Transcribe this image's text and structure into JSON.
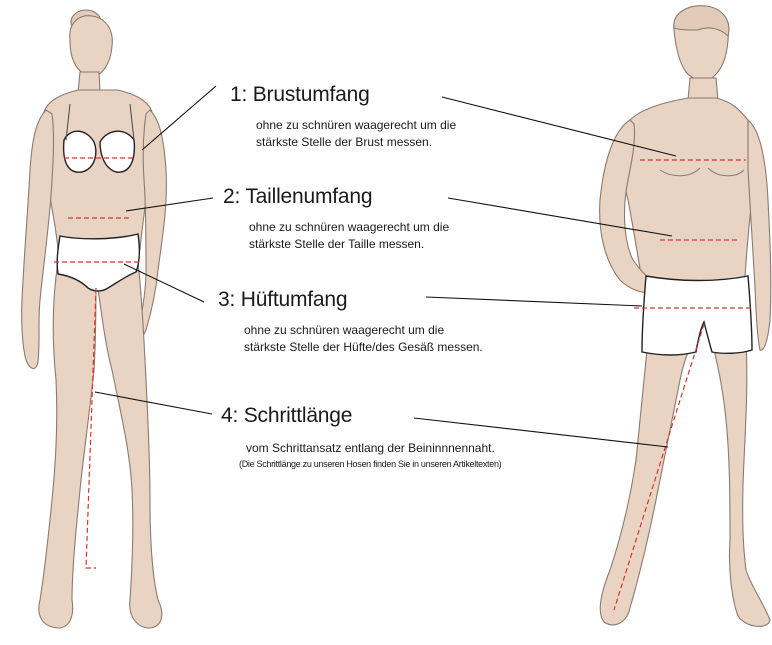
{
  "measurements": [
    {
      "title": "1: Brustumfang",
      "description": [
        "ohne zu schnüren waagerecht um die",
        "stärkste Stelle der Brust messen."
      ]
    },
    {
      "title": "2: Taillenumfang",
      "description": [
        "ohne zu schnüren waagerecht um die",
        "stärkste Stelle der Taille messen."
      ]
    },
    {
      "title": "3: Hüftumfang",
      "description": [
        "ohne zu schnüren waagerecht um die",
        "stärkste Stelle der Hüfte/des Gesäß messen."
      ]
    },
    {
      "title": "4: Schrittlänge",
      "description": [
        "vom Schrittansatz entlang der Beininnnennaht."
      ],
      "note": "(Die Schrittlänge zu unseren Hosen finden Sie in unseren Artikeltexten)"
    }
  ],
  "colors": {
    "skin": "#e9d4c4",
    "outline": "#8a7a70",
    "measure_line": "#d9342b",
    "leader_line": "#111111"
  },
  "figures": [
    "female-figure",
    "male-figure"
  ]
}
